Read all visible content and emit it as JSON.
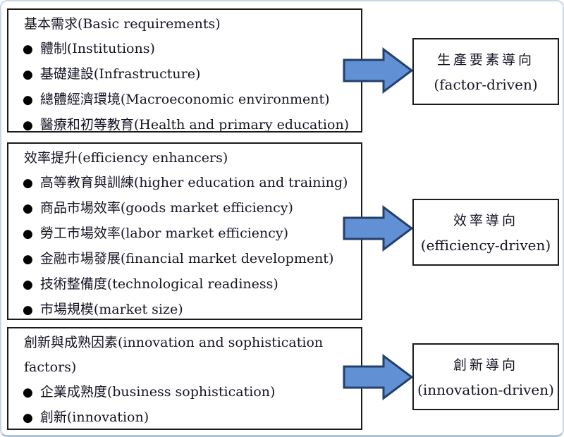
{
  "diagram": {
    "bullet_glyph": "●",
    "left_boxes": [
      {
        "title": "基本需求(Basic requirements)",
        "items": [
          "體制(Institutions)",
          "基礎建設(Infrastructure)",
          "總體經濟環境(Macroeconomic environment)",
          "醫療和初等教育(Health and primary education)"
        ]
      },
      {
        "title": "效率提升(efficiency enhancers)",
        "items": [
          "高等教育與訓練(higher education and training)",
          "商品市場效率(goods market efficiency)",
          "勞工市場效率(labor market efficiency)",
          "金融市場發展(financial market development)",
          "技術整備度(technological readiness)",
          "市場規模(market size)"
        ]
      },
      {
        "title": "創新與成熟因素(innovation and sophistication factors)",
        "items": [
          "企業成熟度(business sophistication)",
          "創新(innovation)"
        ]
      }
    ],
    "right_boxes": [
      {
        "zh": "生產要素導向",
        "en": "(factor-driven)"
      },
      {
        "zh": "效率導向",
        "en": "(efficiency-driven)"
      },
      {
        "zh": "創新導向",
        "en": "(innovation-driven)"
      }
    ],
    "colors": {
      "arrow_fill": "#6190D4",
      "arrow_stroke": "#24406B",
      "box_border": "#1b1b1b",
      "frame_border": "#c9d6e6"
    }
  }
}
